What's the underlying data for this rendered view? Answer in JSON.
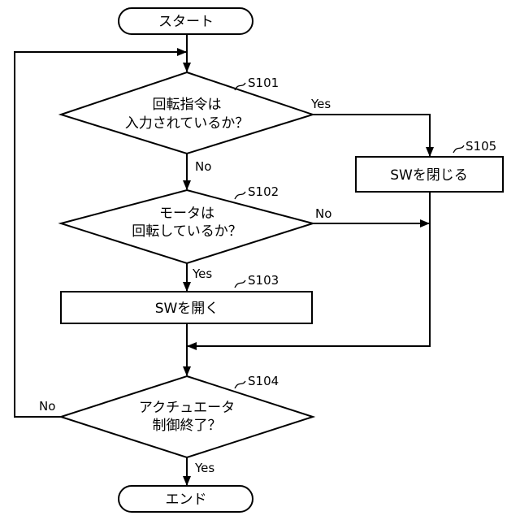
{
  "terminals": {
    "start": "スタート",
    "end": "エンド"
  },
  "steps": {
    "s101": {
      "id": "S101",
      "text_lines": [
        "回転指令は",
        "入力されているか？"
      ],
      "yes": "Yes",
      "no": "No"
    },
    "s102": {
      "id": "S102",
      "text_lines": [
        "モータは",
        "回転しているか？"
      ],
      "yes": "Yes",
      "no": "No"
    },
    "s103": {
      "id": "S103",
      "text": "SWを開く"
    },
    "s104": {
      "id": "S104",
      "text_lines": [
        "アクチュエータ",
        "制御終了？"
      ],
      "yes": "Yes",
      "no": "No"
    },
    "s105": {
      "id": "S105",
      "text": "SWを閉じる"
    }
  }
}
